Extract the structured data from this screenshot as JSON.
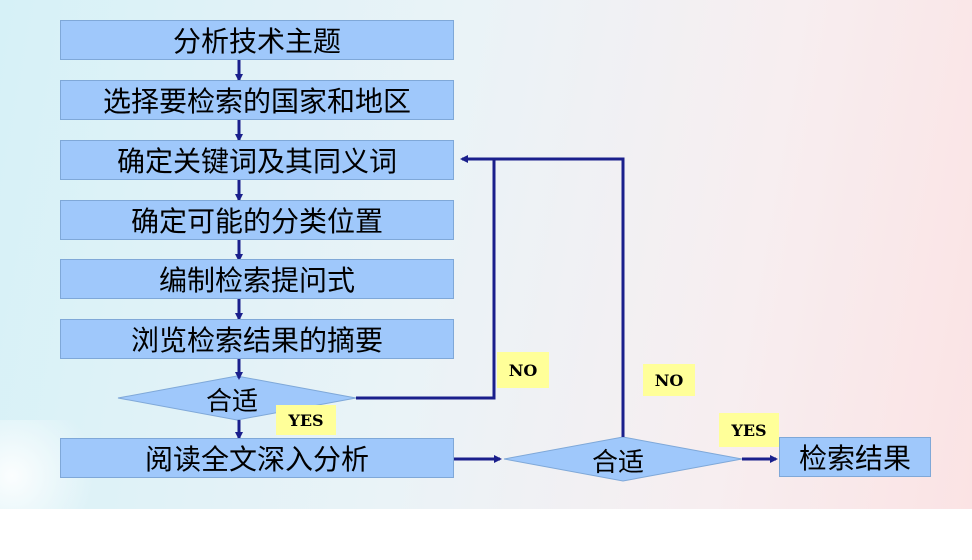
{
  "steps": [
    "分析技术主题",
    "选择要检索的国家和地区",
    "确定关键词及其同义词",
    "确定可能的分类位置",
    "编制检索提问式",
    "浏览检索结果的摘要",
    "阅读全文深入分析"
  ],
  "decisions": {
    "first": "合适",
    "second": "合适"
  },
  "result": "检索结果",
  "branch_labels": {
    "no1": "NO",
    "yes1": "YES",
    "no2": "NO",
    "yes2": "YES"
  },
  "colors": {
    "box_fill": "#9fc8fb",
    "arrow": "#1a1f8c",
    "tag_fill": "#ffff99"
  }
}
